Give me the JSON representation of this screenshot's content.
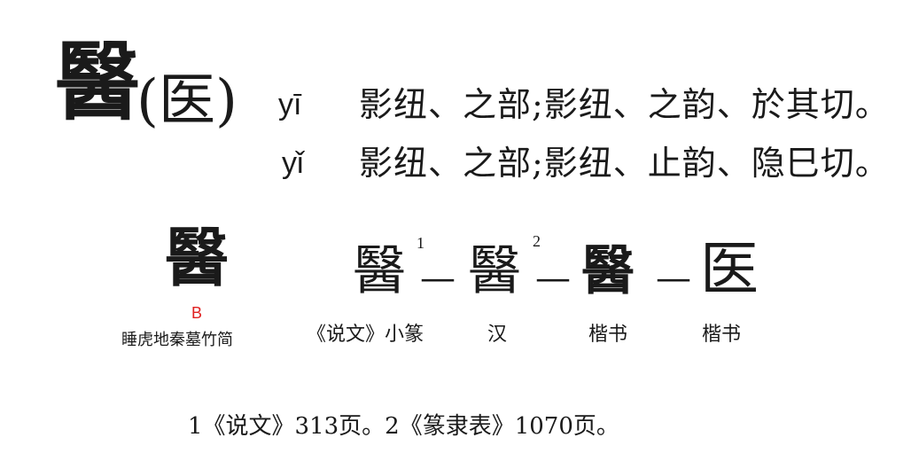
{
  "entry": {
    "head_char": "醫",
    "simplified_paren": "(医)"
  },
  "readings": [
    {
      "pinyin": "yī",
      "rime": "影纽、之部;影纽、之韵、於其切。"
    },
    {
      "pinyin": "yǐ",
      "rime": "影纽、之部;影纽、止韵、隐巳切。"
    }
  ],
  "forms": [
    {
      "glyph": "醫",
      "label": "睡虎地秦墓竹简",
      "marker": "B"
    },
    {
      "glyph": "醫",
      "label": "《说文》小篆",
      "note": "1"
    },
    {
      "glyph": "醫",
      "label": "汉",
      "note": "2"
    },
    {
      "glyph": "醫",
      "label": "楷书"
    },
    {
      "glyph": "医",
      "label": "楷书"
    }
  ],
  "connector": "—",
  "footnote": "1《说文》313页。2《篆隶表》1070页。"
}
